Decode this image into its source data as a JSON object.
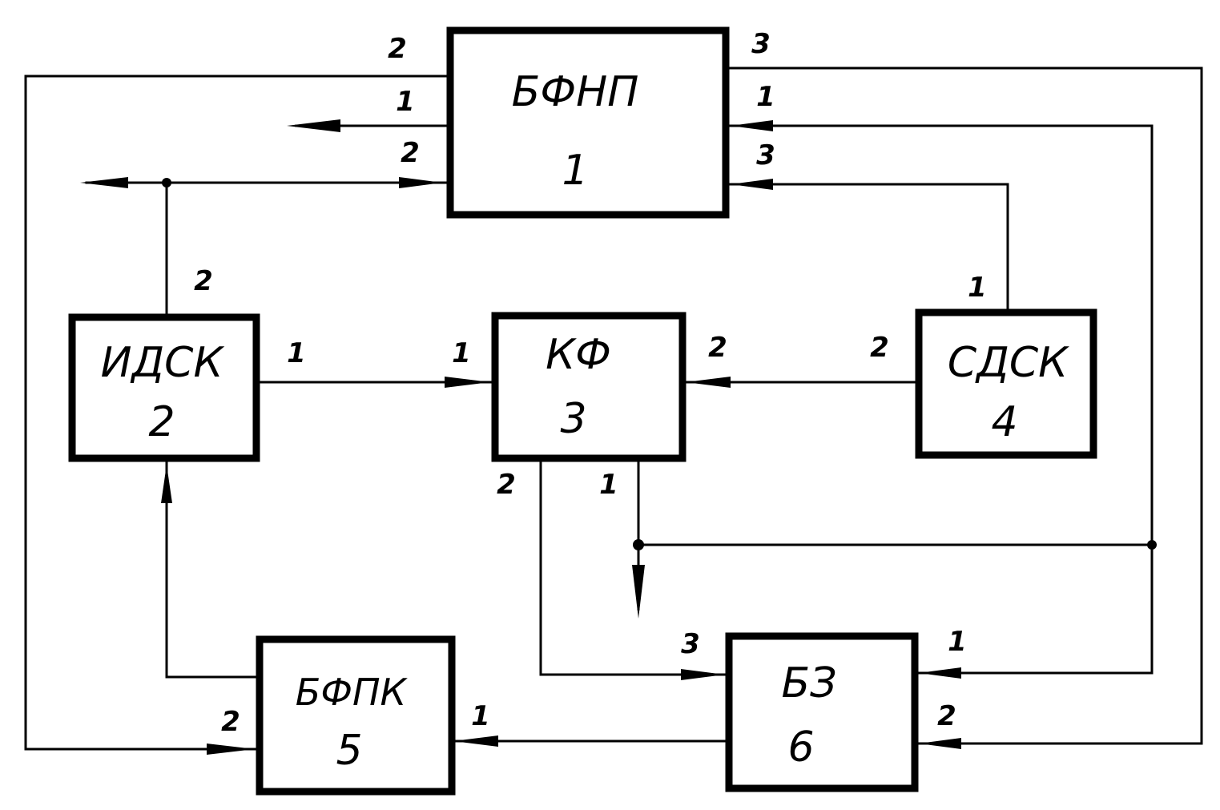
{
  "blocks": {
    "b1": {
      "name": "БФНП",
      "number": "1"
    },
    "b2": {
      "name": "ИДСК",
      "number": "2"
    },
    "b3": {
      "name": "КФ",
      "number": "3"
    },
    "b4": {
      "name": "СДСК",
      "number": "4"
    },
    "b5": {
      "name": "БФПК",
      "number": "5"
    },
    "b6": {
      "name": "БЗ",
      "number": "6"
    }
  },
  "ports": {
    "b1_left_top": "2",
    "b1_left_mid": "1",
    "b1_left_bot": "2",
    "b1_right_top": "3",
    "b1_right_mid": "1",
    "b1_right_bot": "3",
    "b2_top": "2",
    "b2_right": "1",
    "b3_left": "1",
    "b3_right": "2",
    "b3_bottom_left": "2",
    "b3_bottom_right": "1",
    "b4_top": "1",
    "b4_left": "2",
    "b5_left": "2",
    "b5_right": "1",
    "b6_left": "3",
    "b6_right_top": "1",
    "b6_right_bot": "2"
  }
}
